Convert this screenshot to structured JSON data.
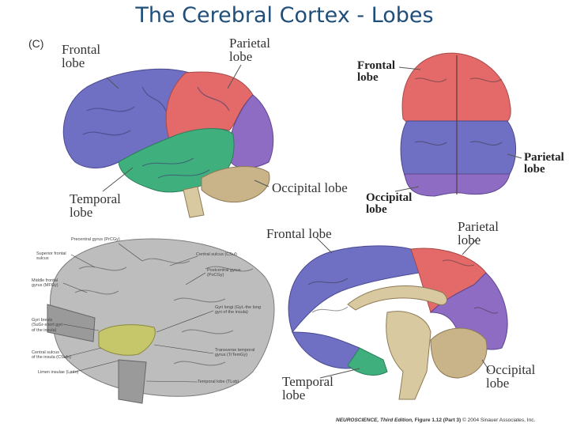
{
  "title": "The Cerebral Cortex - Lobes",
  "panel_letter": "(C)",
  "colors": {
    "frontal": "#6f6fc4",
    "parietal": "#e46a6a",
    "temporal": "#3fb07d",
    "occipital": "#8e6cc4",
    "cerebellum": "#c9b48a",
    "stem": "#d9c9a0",
    "insula": "#c6c66a",
    "gray_brain": "#bdbdbd",
    "title": "#1f4e79"
  },
  "panel_a": {
    "frontal": [
      "Frontal",
      "lobe"
    ],
    "parietal": [
      "Parietal",
      "lobe"
    ],
    "temporal": [
      "Temporal",
      "lobe"
    ],
    "occipital": "Occipital lobe"
  },
  "panel_b": {
    "frontal": [
      "Frontal",
      "lobe"
    ],
    "parietal": [
      "Parietal",
      "lobe"
    ],
    "occipital": [
      "Occipital",
      "lobe"
    ]
  },
  "panel_d": {
    "frontal": "Frontal lobe",
    "parietal": [
      "Parietal",
      "lobe"
    ],
    "temporal": [
      "Temporal",
      "lobe"
    ],
    "occipital": [
      "Occipital",
      "lobe"
    ]
  },
  "gray_labels": {
    "precentral": "Precentral gyrus (PrCGy)",
    "superior_frontal": [
      "Superior frontal",
      "sulcus"
    ],
    "middle_frontal": [
      "Middle frontal",
      "gyrus (MFGy)"
    ],
    "gyri_brevis": [
      "Gyri brevis",
      "(SuGr-short gyri",
      "of the insula)"
    ],
    "central_sulcus_insula": [
      "Central sulcus",
      "of the insula (CSuIn)"
    ],
    "limen_insulae": "Limen insulae (LmIn)",
    "central_sulcus": "Central sulcus (CSul)",
    "postcentral": [
      "Postcentral gyrus",
      "(PoCGy)"
    ],
    "gyri_longi": [
      "Gyri longi (GyL-the long",
      "gyri of the insula)"
    ],
    "transverse_temporal": [
      "Transverse temporal",
      "gyrus (TrTemGy)"
    ],
    "temporal_lobe": "Temporal lobe (TLob)"
  },
  "credit": {
    "book": "NEUROSCIENCE, Third Edition,",
    "figure": "Figure 1.12 (Part 3)",
    "copyright": "© 2004 Sinauer Associates, Inc."
  }
}
